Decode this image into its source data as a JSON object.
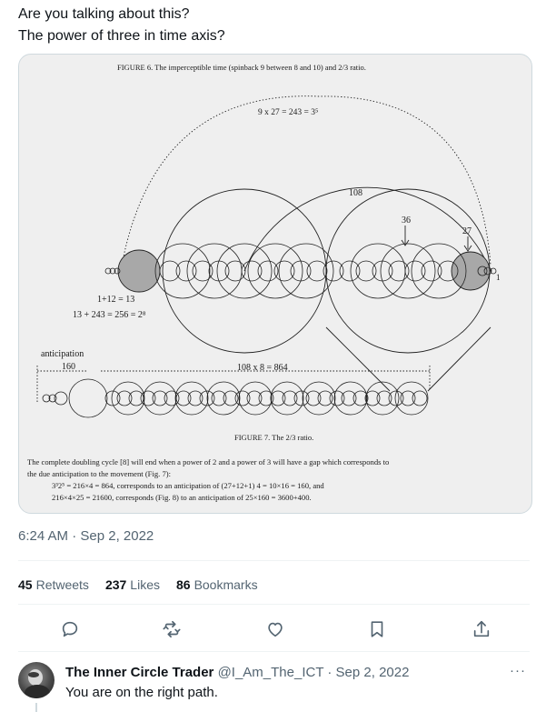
{
  "tweet": {
    "text_line1": "Are you talking about this?",
    "text_line2": "The power of three in time axis?",
    "timestamp": "6:24 AM · Sep 2, 2022"
  },
  "figure": {
    "fig6_caption": "FIGURE 6. The imperceptible time (spinback 9 between 8 and 10) and 2/3 ratio.",
    "top_equation": "9 x 27 = 243 = 3⁵",
    "label_108": "108",
    "label_36": "36",
    "label_27": "27",
    "label_9": "9",
    "label_1_inner": "1",
    "label_1_right": "1",
    "eq_line1": "1+12 = 13",
    "eq_line2": "13 + 243 = 256 = 2⁸",
    "anticipation_label": "anticipation",
    "anticipation_value": "160",
    "mult_label": "108 x 8 = 864",
    "fig7_caption": "FIGURE 7. The 2/3 ratio.",
    "body_line1": "The complete doubling cycle [8] will end when a power of 2 and a power of 3 will have a gap which corresponds to",
    "body_line2": "the due anticipation to the movement (Fig. 7):",
    "body_line3": "3³2⁵ = 216×4 = 864, corresponds to an anticipation of  (27+12+1) 4 = 10×16 = 160, and",
    "body_line4": "216×4×25 = 21600, corresponds  (Fig. 8) to an anticipation of 25×160 = 3600+400."
  },
  "stats": {
    "retweets_count": "45",
    "retweets_label": "Retweets",
    "likes_count": "237",
    "likes_label": "Likes",
    "bookmarks_count": "86",
    "bookmarks_label": "Bookmarks"
  },
  "actions": [
    "reply-icon",
    "retweet-icon",
    "like-icon",
    "bookmark-icon",
    "share-icon"
  ],
  "reply": {
    "name": "The Inner Circle Trader",
    "handle_date": "@I_Am_The_ICT · Sep 2, 2022",
    "text": "You are on the right path.",
    "more": "···"
  },
  "colors": {
    "text": "#0f1419",
    "secondary": "#536471",
    "border": "#cfd9de",
    "image_bg": "#efefef",
    "shaded_circle": "#a8a8a8"
  }
}
